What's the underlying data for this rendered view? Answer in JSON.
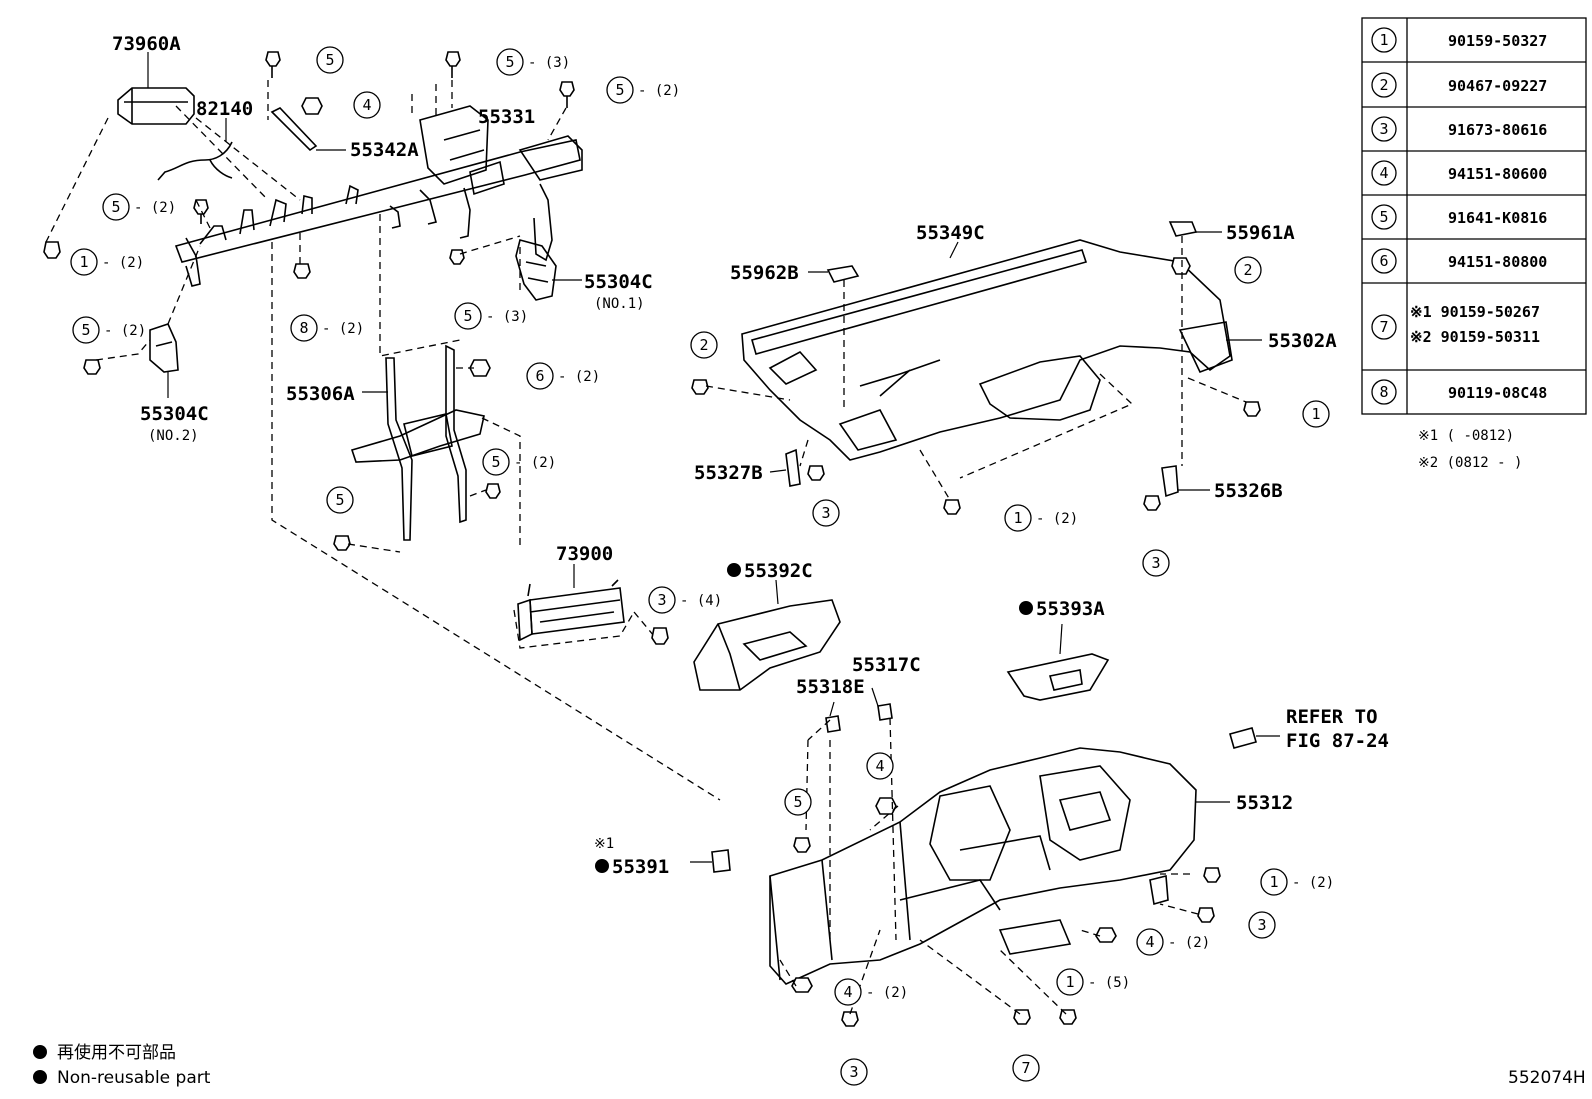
{
  "parts": {
    "p73960A": "73960A",
    "p82140": "82140",
    "p55331": "55331",
    "p55342A": "55342A",
    "p55304C_1": "55304C",
    "p55304C_1_sub": "(NO.1)",
    "p55304C_2": "55304C",
    "p55304C_2_sub": "(NO.2)",
    "p55306A": "55306A",
    "p73900": "73900",
    "p55392C": "55392C",
    "p55349C": "55349C",
    "p55961A": "55961A",
    "p55962B": "55962B",
    "p55302A": "55302A",
    "p55327B": "55327B",
    "p55326B": "55326B",
    "p55393A": "55393A",
    "p55317C": "55317C",
    "p55318E": "55318E",
    "p55312": "55312",
    "p55391": "55391",
    "p55391_note": "※1",
    "refer_line1": "REFER TO",
    "refer_line2": "FIG 87-24"
  },
  "callouts": [
    {
      "n": "5",
      "q": ""
    },
    {
      "n": "4",
      "q": ""
    },
    {
      "n": "5",
      "q": "(3)"
    },
    {
      "n": "5",
      "q": "(2)"
    },
    {
      "n": "5",
      "q": "(2)"
    },
    {
      "n": "1",
      "q": "(2)"
    },
    {
      "n": "8",
      "q": "(2)"
    },
    {
      "n": "5",
      "q": "(3)"
    },
    {
      "n": "5",
      "q": "(2)"
    },
    {
      "n": "6",
      "q": "(2)"
    },
    {
      "n": "5",
      "q": "(2)"
    },
    {
      "n": "5",
      "q": ""
    },
    {
      "n": "3",
      "q": "(4)"
    },
    {
      "n": "2",
      "q": ""
    },
    {
      "n": "2",
      "q": ""
    },
    {
      "n": "1",
      "q": ""
    },
    {
      "n": "3",
      "q": ""
    },
    {
      "n": "1",
      "q": "(2)"
    },
    {
      "n": "3",
      "q": ""
    },
    {
      "n": "4",
      "q": ""
    },
    {
      "n": "5",
      "q": ""
    },
    {
      "n": "1",
      "q": "(2)"
    },
    {
      "n": "3",
      "q": ""
    },
    {
      "n": "4",
      "q": "(2)"
    },
    {
      "n": "1",
      "q": "(5)"
    },
    {
      "n": "4",
      "q": "(2)"
    },
    {
      "n": "3",
      "q": ""
    },
    {
      "n": "7",
      "q": ""
    }
  ],
  "table": {
    "rows": [
      {
        "n": "1",
        "parts": [
          "90159-50327"
        ]
      },
      {
        "n": "2",
        "parts": [
          "90467-09227"
        ]
      },
      {
        "n": "3",
        "parts": [
          "91673-80616"
        ]
      },
      {
        "n": "4",
        "parts": [
          "94151-80600"
        ]
      },
      {
        "n": "5",
        "parts": [
          "91641-K0816"
        ]
      },
      {
        "n": "6",
        "parts": [
          "94151-80800"
        ]
      },
      {
        "n": "7",
        "parts": [
          "※1 90159-50267",
          "※2 90159-50311"
        ]
      },
      {
        "n": "8",
        "parts": [
          "90119-08C48"
        ]
      }
    ],
    "note1": "※1 (      -0812)",
    "note2": "※2 (0812 -      )"
  },
  "legend": {
    "line1": "再使用不可部品",
    "line2": "Non-reusable part"
  },
  "figure_id": "552074H"
}
